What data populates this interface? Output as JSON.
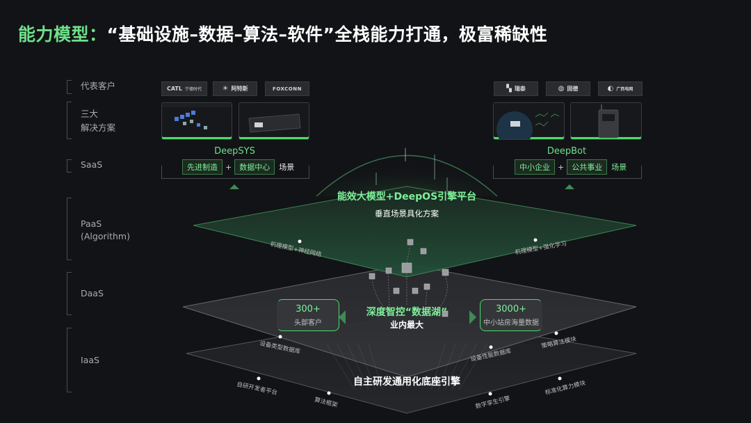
{
  "title": {
    "highlight": "能力模型：",
    "rest": "“基础设施–数据–算法–软件”全栈能力打通，极富稀缺性"
  },
  "sidebar": {
    "customers": "代表客户",
    "solutions_line1": "三大",
    "solutions_line2": "解决方案",
    "saas": "SaaS",
    "paas_line1": "PaaS",
    "paas_line2": "(Algorithm)",
    "daas": "DaaS",
    "iaas": "IaaS"
  },
  "left_product": {
    "logos": [
      {
        "name": "CATL",
        "sub": "宁德时代"
      },
      {
        "name": "阿特斯",
        "sub": ""
      },
      {
        "name": "FOXCONN",
        "sub": ""
      }
    ],
    "name": "DeepSYS",
    "tags": [
      "先进制造",
      "数据中心"
    ],
    "plus": "+",
    "scene": "场景"
  },
  "right_product": {
    "logos": [
      {
        "name": "瑞泰",
        "sub": ""
      },
      {
        "name": "固德",
        "sub": ""
      },
      {
        "name": "广西电网",
        "sub": ""
      }
    ],
    "name": "DeepBot",
    "tags": [
      "中小企业",
      "公共事业"
    ],
    "plus": "+",
    "scene": "场景"
  },
  "paas_layer": {
    "title": "能效大模型+DeepOS引擎平台",
    "subtitle": "垂直场景具化方案",
    "left_note": "机理模型+神经网络",
    "right_note": "机理模型+强化学习"
  },
  "daas_layer": {
    "title": "深度智控“数据湖”",
    "subtitle": "业内最大",
    "left_stat": {
      "value": "300+",
      "label": "头部客户"
    },
    "right_stat": {
      "value": "3000+",
      "label": "中小站房海量数据"
    },
    "left_note": "设备类型数据库",
    "mid_note": "设备性能数据库",
    "right_note": "策略算法模块"
  },
  "iaas_layer": {
    "title": "自主研发通用化底座引擎",
    "notes": [
      "自研开发者平台",
      "算法框架",
      "数字孪生引擎",
      "标准化算力模块"
    ]
  },
  "colors": {
    "accent": "#6fe08a",
    "background": "#121316"
  }
}
